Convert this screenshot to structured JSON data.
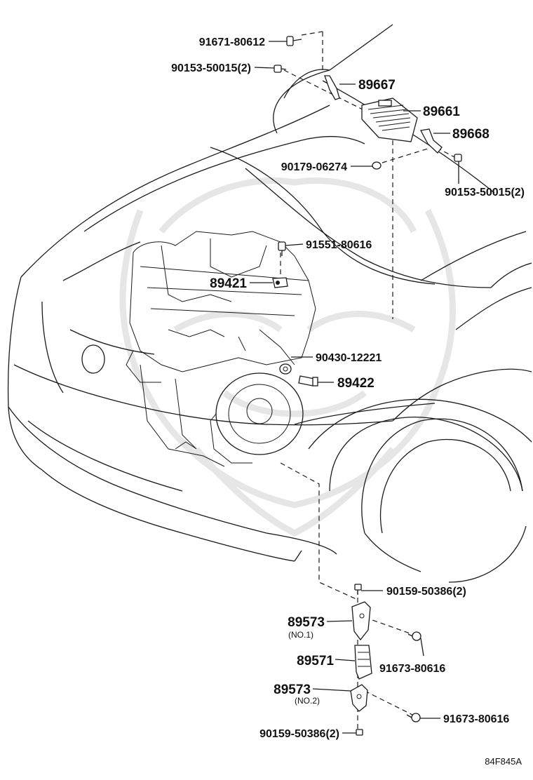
{
  "parts": [
    {
      "id": "p1",
      "number": "91671-80612"
    },
    {
      "id": "p2",
      "number": "90153-50015(2)"
    },
    {
      "id": "p3",
      "number": "89667"
    },
    {
      "id": "p4",
      "number": "89661"
    },
    {
      "id": "p5",
      "number": "89668"
    },
    {
      "id": "p6",
      "number": "90179-06274"
    },
    {
      "id": "p7",
      "number": "90153-50015(2)"
    },
    {
      "id": "p8",
      "number": "91551-80616"
    },
    {
      "id": "p9",
      "number": "89421"
    },
    {
      "id": "p10",
      "number": "90430-12221"
    },
    {
      "id": "p11",
      "number": "89422"
    },
    {
      "id": "p12",
      "number": "90159-50386(2)"
    },
    {
      "id": "p13",
      "number": "89573",
      "sub": "(NO.1)"
    },
    {
      "id": "p14",
      "number": "91673-80616"
    },
    {
      "id": "p15",
      "number": "89571"
    },
    {
      "id": "p16",
      "number": "89573",
      "sub": "(NO.2)"
    },
    {
      "id": "p17",
      "number": "91673-80616"
    },
    {
      "id": "p18",
      "number": "90159-50386(2)"
    }
  ],
  "diagram_code": "84F845A"
}
